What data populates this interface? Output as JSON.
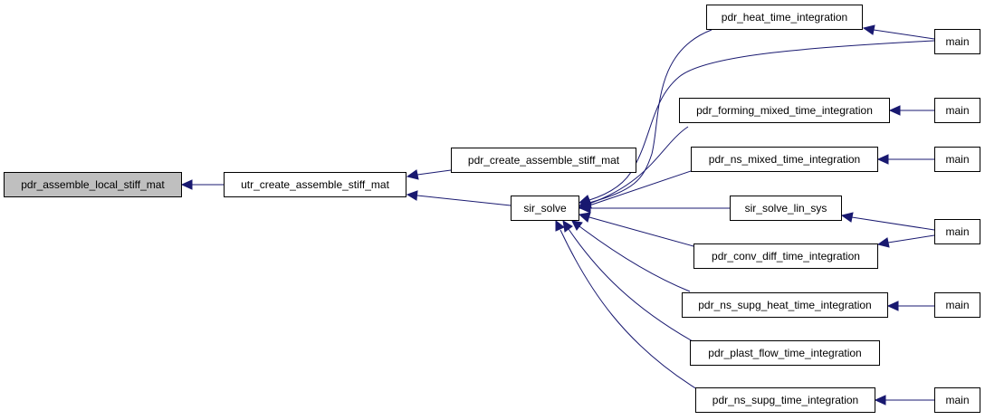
{
  "diagram": {
    "nodes": {
      "root": "pdr_assemble_local_stiff_mat",
      "utr": "utr_create_assemble_stiff_mat",
      "pdrcreate": "pdr_create_assemble_stiff_mat",
      "sirsolve": "sir_solve",
      "heat": "pdr_heat_time_integration",
      "forming": "pdr_forming_mixed_time_integration",
      "nsmixed": "pdr_ns_mixed_time_integration",
      "linsys": "sir_solve_lin_sys",
      "convdiff": "pdr_conv_diff_time_integration",
      "supgheat": "pdr_ns_supg_heat_time_integration",
      "plast": "pdr_plast_flow_time_integration",
      "supg": "pdr_ns_supg_time_integration",
      "main1": "main",
      "main2": "main",
      "main3": "main",
      "main4": "main",
      "main5": "main",
      "main6": "main"
    },
    "colors": {
      "edge": "#191970",
      "root_fill": "#bfbfbf",
      "node_fill": "#ffffff",
      "node_border": "#000000"
    }
  }
}
